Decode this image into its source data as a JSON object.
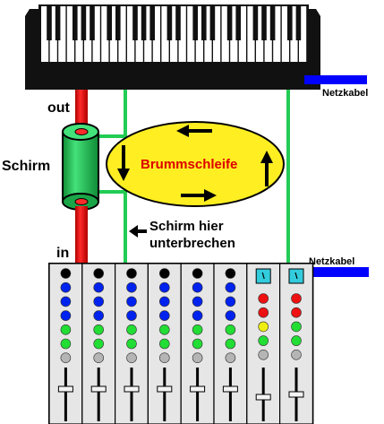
{
  "labels": {
    "out": "out",
    "in": "in",
    "schirm": "Schirm",
    "loop": "Brummschleife",
    "break_line1": "Schirm hier",
    "break_line2": "unterbrechen",
    "netzkabel_top": "Netzkabel",
    "netzkabel_mixer": "Netzkabel"
  },
  "colors": {
    "cable_core": "#ff0000",
    "shield": "#22cc55",
    "loop_fill": "#ffee22",
    "loop_text": "#dd0000",
    "power_cable": "#0000ff",
    "keyboard": "#111111",
    "meter": "#33ccdd"
  },
  "mixer": {
    "channels": [
      {
        "type": "standard",
        "knobs": [
          "black",
          "blue",
          "blue",
          "blue",
          "green",
          "green",
          "gray"
        ],
        "fader_level": 0.6
      },
      {
        "type": "standard",
        "knobs": [
          "black",
          "blue",
          "blue",
          "blue",
          "green",
          "green",
          "gray"
        ],
        "fader_level": 0.6
      },
      {
        "type": "standard",
        "knobs": [
          "black",
          "blue",
          "blue",
          "blue",
          "green",
          "green",
          "gray"
        ],
        "fader_level": 0.6
      },
      {
        "type": "standard",
        "knobs": [
          "black",
          "blue",
          "blue",
          "blue",
          "green",
          "green",
          "gray"
        ],
        "fader_level": 0.6
      },
      {
        "type": "standard",
        "knobs": [
          "black",
          "blue",
          "blue",
          "blue",
          "green",
          "green",
          "gray"
        ],
        "fader_level": 0.6
      },
      {
        "type": "standard",
        "knobs": [
          "black",
          "blue",
          "blue",
          "blue",
          "green",
          "green",
          "gray"
        ],
        "fader_level": 0.6
      },
      {
        "type": "master",
        "knobs": [
          "red",
          "red",
          "yellow",
          "green",
          "gray"
        ],
        "fader_level": 0.45
      },
      {
        "type": "master",
        "knobs": [
          "red",
          "red",
          "green",
          "green",
          "gray"
        ],
        "fader_level": 0.5
      }
    ]
  }
}
